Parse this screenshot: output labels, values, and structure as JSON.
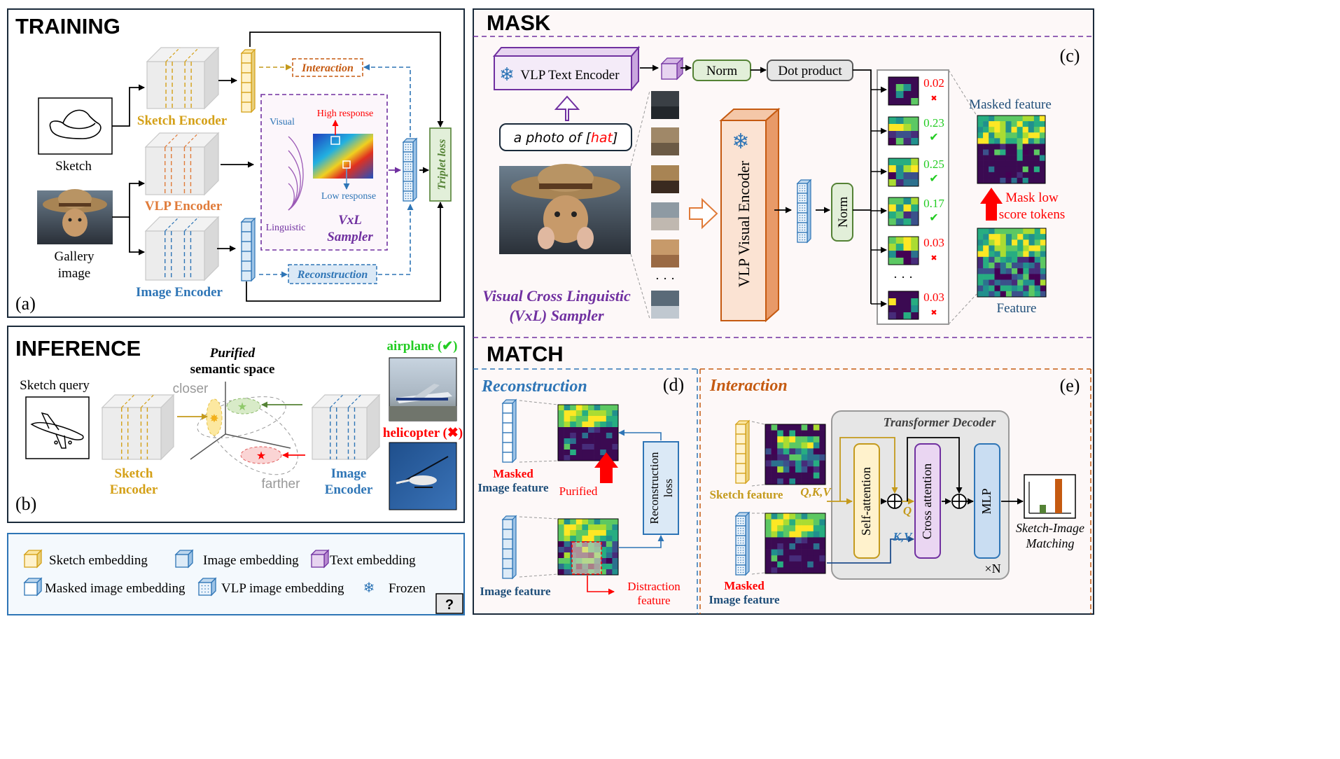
{
  "training": {
    "title": "TRAINING",
    "panel_label": "(a)",
    "sketch_label": "Sketch",
    "gallery_label_1": "Gallery",
    "gallery_label_2": "image",
    "sketch_encoder": "Sketch Encoder",
    "vlp_encoder": "VLP Encoder",
    "image_encoder": "Image Encoder",
    "interaction": "Interaction",
    "reconstruction": "Reconstruction",
    "triplet_loss": "Triplet loss",
    "visual": "Visual",
    "linguistic": "Linguistic",
    "high_response": "High response",
    "low_response": "Low response",
    "sampler_1": "VxL",
    "sampler_2": "Sampler"
  },
  "inference": {
    "title": "INFERENCE",
    "panel_label": "(b)",
    "sketch_query": "Sketch query",
    "purified": "Purified",
    "semantic_space": "semantic space",
    "closer": "closer",
    "farther": "farther",
    "sketch_encoder_1": "Sketch",
    "sketch_encoder_2": "Encoder",
    "image_encoder_1": "Image",
    "image_encoder_2": "Encoder",
    "airplane": "airplane (✔)",
    "helicopter": "helicopter (✖)"
  },
  "legend": {
    "items": [
      "Sketch embedding",
      "Image embedding",
      "Text embedding",
      "Masked image embedding",
      "VLP image embedding",
      "Frozen"
    ],
    "help": "?"
  },
  "mask": {
    "title": "MASK",
    "panel_label": "(c)",
    "text_encoder": "VLP Text Encoder",
    "norm": "Norm",
    "dot_product": "Dot product",
    "prompt_prefix": "a photo of [",
    "prompt_word": "hat",
    "prompt_suffix": "]",
    "visual_encoder": "VLP Visual Encoder",
    "sampler_1": "Visual Cross Linguistic",
    "sampler_2": "(VxL) Sampler",
    "masked_feature": "Masked feature",
    "feature": "Feature",
    "mask_low_1": "Mask low",
    "mask_low_2": "score tokens",
    "scores": [
      "0.02",
      "0.23",
      "0.25",
      "0.17",
      "0.03",
      "0.03"
    ],
    "score_marks": [
      "✖",
      "✔",
      "✔",
      "✔",
      "✖",
      "✖"
    ],
    "dots": "· · ·"
  },
  "match": {
    "title": "MATCH",
    "reconstruction": "Reconstruction",
    "panel_d": "(d)",
    "masked_1": "Masked",
    "masked_2": "Image feature",
    "purified": "Purified",
    "image_feature": "Image feature",
    "rec_loss_1": "Reconstruction",
    "rec_loss_2": "loss",
    "distraction_1": "Distraction",
    "distraction_2": "feature",
    "interaction": "Interaction",
    "panel_e": "(e)",
    "transformer_decoder": "Transformer Decoder",
    "sketch_feature": "Sketch feature",
    "masked_image_1": "Masked",
    "masked_image_2": "Image feature",
    "qkv": "Q,K,V",
    "q": "Q",
    "kv": "K,V",
    "self_attention": "Self-attention",
    "cross_attention": "Cross attention",
    "mlp": "MLP",
    "times_n": "×N",
    "matching_1": "Sketch-Image",
    "matching_2": "Matching"
  },
  "colors": {
    "sketch": "#d4a017",
    "image": "#2e75b6",
    "vlp": "#e07b39",
    "text_emb": "#7030a0",
    "green": "#548235",
    "red": "#ff0000",
    "bright_green": "#22cc22",
    "purple_dash": "#7030a0"
  }
}
